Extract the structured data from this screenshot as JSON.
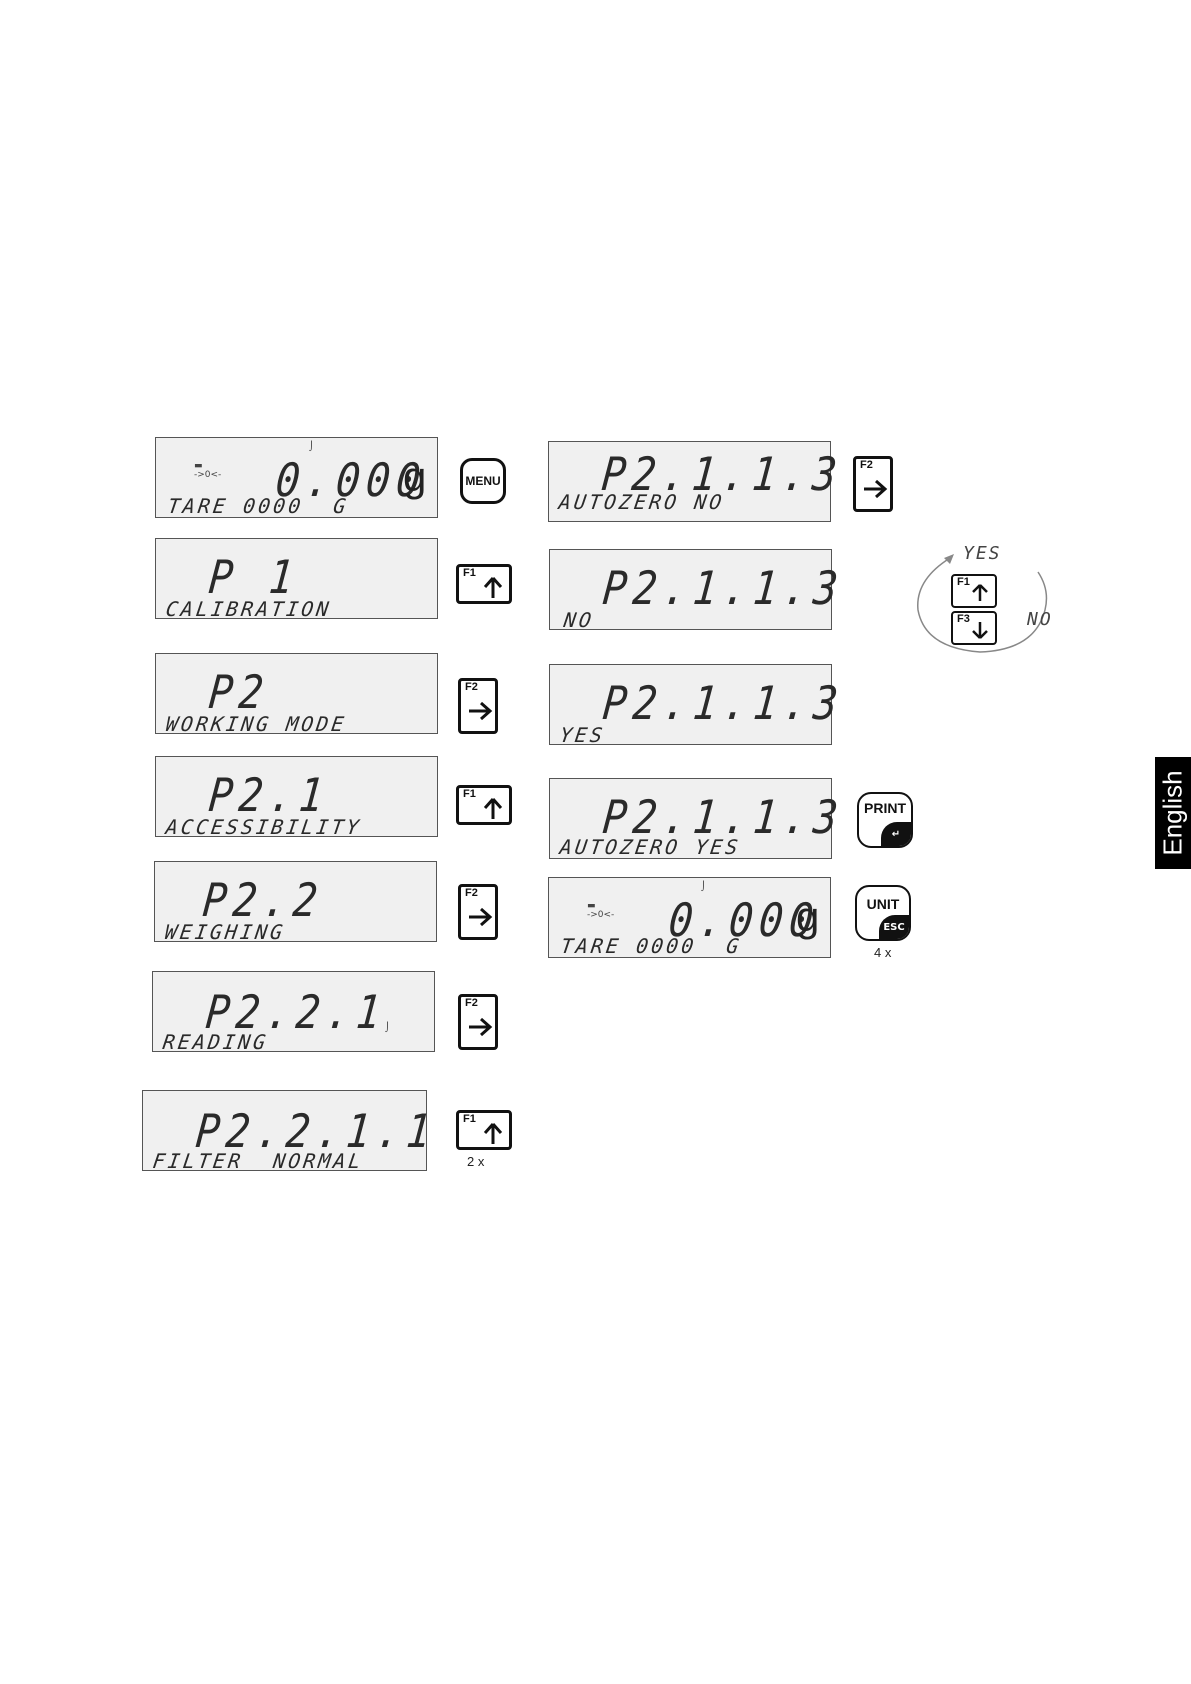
{
  "left_column": [
    {
      "main": "0.000",
      "unit": "g",
      "sub": "TARE 0000  G",
      "icons": true
    },
    {
      "main": "P 1",
      "sub": "CALIBRATION"
    },
    {
      "main": "P2",
      "sub": "WORKING MODE"
    },
    {
      "main": "P2.1",
      "sub": "ACCESSIBILITY"
    },
    {
      "main": "P2.2",
      "sub": "WEIGHING"
    },
    {
      "main": "P2.2.1",
      "sub": "READING"
    },
    {
      "main": "P2.2.1.1",
      "sub": "FILTER  NORMAL"
    }
  ],
  "right_column": [
    {
      "main": "P2.1.1.3",
      "sub": "AUTOZERO NO"
    },
    {
      "main": "P2.1.1.3",
      "sub": "NO"
    },
    {
      "main": "P2.1.1.3",
      "sub": "YES"
    },
    {
      "main": "P2.1.1.3",
      "sub": "AUTOZERO YES"
    },
    {
      "main": "0.000",
      "unit": "g",
      "sub": "TARE 0000  G",
      "icons": true
    }
  ],
  "keys": {
    "menu": "MENU",
    "f1": "F1",
    "f2": "F2",
    "f3": "F3",
    "print": "PRINT",
    "unit": "UNIT",
    "esc": "ESC",
    "count_f1": "2 x",
    "count_unit": "4 x"
  },
  "cycle": {
    "yes": "YES",
    "no": "NO"
  },
  "language_tab": "English"
}
